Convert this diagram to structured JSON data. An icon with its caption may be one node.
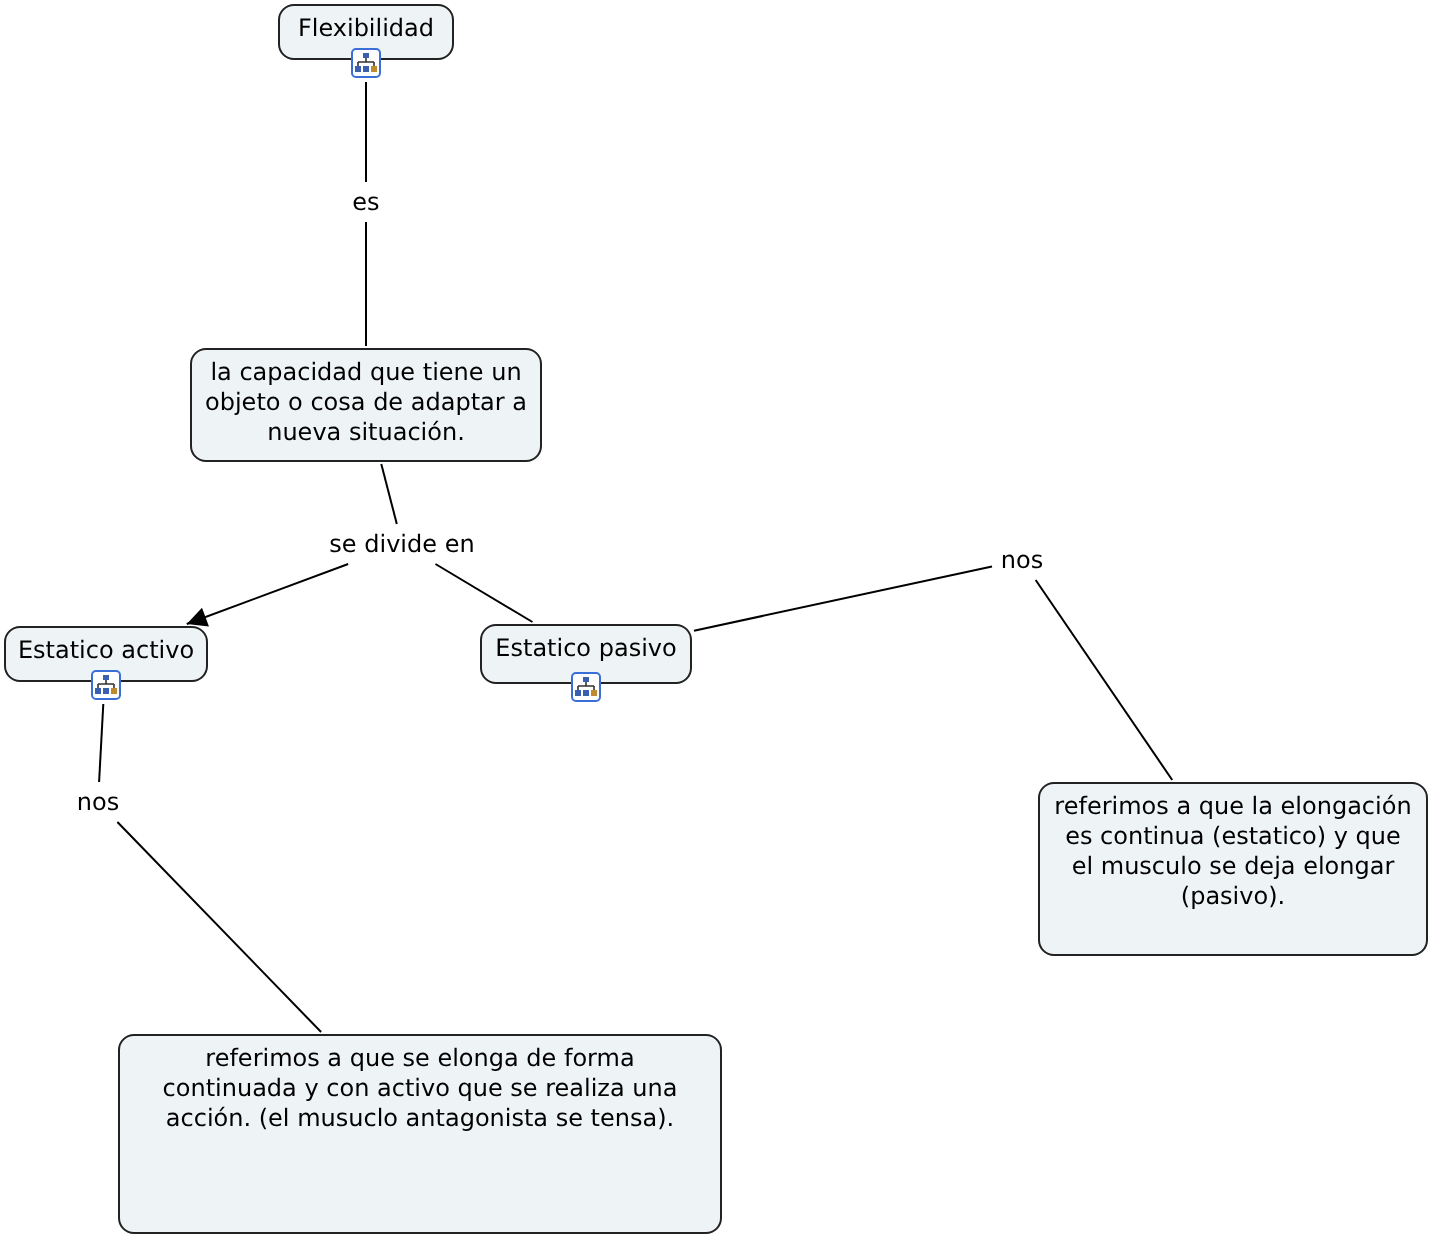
{
  "diagram": {
    "nodes": [
      {
        "text": [
          "Flexibilidad"
        ]
      },
      {
        "text": [
          "es"
        ]
      },
      {
        "text": [
          "la capacidad que tiene un objeto o cosa de adaptar a nueva situación."
        ]
      },
      {
        "text": [
          "se divide en"
        ]
      },
      {
        "text": [
          "Estatico activo"
        ]
      },
      {
        "text": [
          "Estatico pasivo"
        ]
      },
      {
        "text": [
          "nos"
        ]
      },
      {
        "text": [
          "referimos a que la elongación es continua (estatico) y que el musculo se deja elongar (pasivo)."
        ]
      },
      {
        "text": [
          "nos"
        ]
      },
      {
        "text": [
          "referimos a que se elonga de forma continuada y con activo que se realiza una acción. (el musuclo antagonista se tensa)."
        ]
      }
    ],
    "edges": [
      {
        "from": 0,
        "to": 1,
        "arrow": "none"
      },
      {
        "from": 1,
        "to": 2,
        "arrow": "none"
      },
      {
        "from": 2,
        "to": 3,
        "arrow": "none"
      },
      {
        "from": 3,
        "to": 4,
        "arrow": "to"
      },
      {
        "from": 3,
        "to": 5,
        "arrow": "none"
      },
      {
        "from": 5,
        "to": 6,
        "arrow": "none"
      },
      {
        "from": 6,
        "to": 7,
        "arrow": "none"
      },
      {
        "from": 4,
        "to": 8,
        "arrow": "none"
      },
      {
        "from": 8,
        "to": 9,
        "arrow": "none"
      }
    ]
  }
}
